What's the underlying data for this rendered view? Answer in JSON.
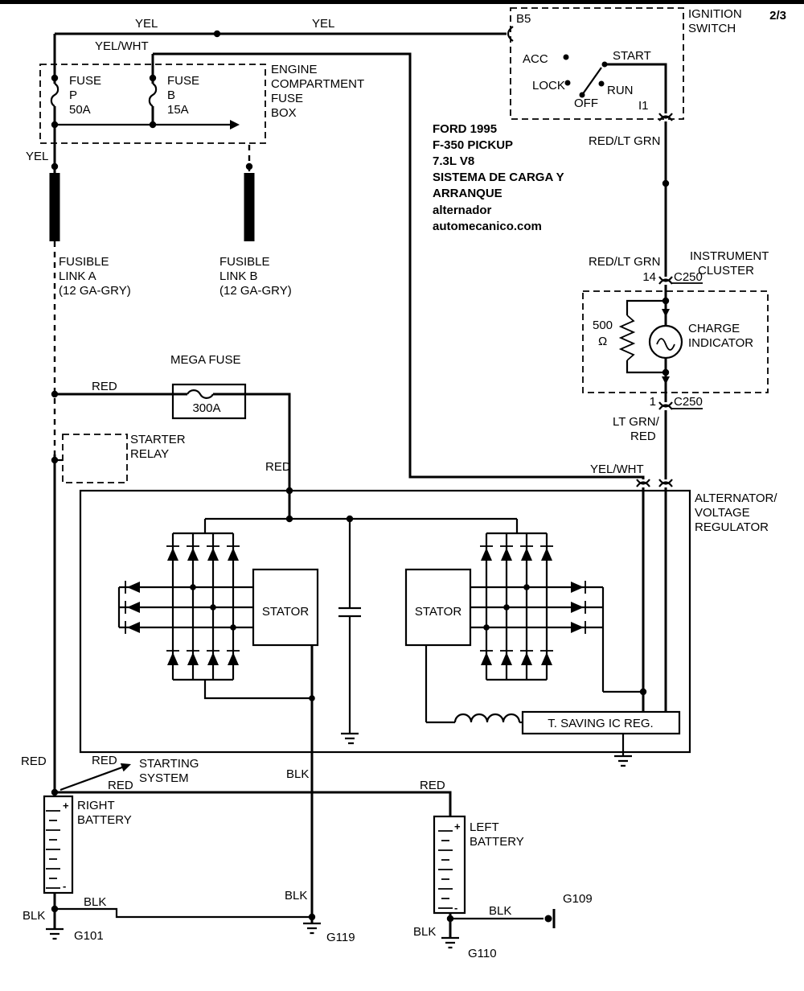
{
  "page": {
    "number": "2/3"
  },
  "info": {
    "l1": "FORD 1995",
    "l2": "F-350 PICKUP",
    "l3": "7.3L V8",
    "l4": "SISTEMA DE CARGA Y",
    "l5": "ARRANQUE",
    "l6": "alternador",
    "l7": "automecanico.com"
  },
  "ignition": {
    "title1": "IGNITION",
    "title2": "SWITCH",
    "b5": "B5",
    "i1": "I1",
    "positions": {
      "acc": "ACC",
      "lock": "LOCK",
      "off": "OFF",
      "run": "RUN",
      "start": "START"
    }
  },
  "fusebox": {
    "title1": "ENGINE",
    "title2": "COMPARTMENT",
    "title3": "FUSE",
    "title4": "BOX",
    "fuse_p": {
      "l1": "FUSE",
      "l2": "P",
      "l3": "50A"
    },
    "fuse_b": {
      "l1": "FUSE",
      "l2": "B",
      "l3": "15A"
    }
  },
  "links": {
    "a": {
      "l1": "FUSIBLE",
      "l2": "LINK A",
      "l3": "(12 GA-GRY)"
    },
    "b": {
      "l1": "FUSIBLE",
      "l2": "LINK B",
      "l3": "(12 GA-GRY)"
    }
  },
  "megafuse": {
    "title": "MEGA FUSE",
    "rating": "300A"
  },
  "relay": {
    "l1": "STARTER",
    "l2": "RELAY"
  },
  "cluster": {
    "title1": "INSTRUMENT",
    "title2": "CLUSTER",
    "resistor": "500",
    "ohm": "Ω",
    "lamp1": "CHARGE",
    "lamp2": "INDICATOR",
    "pin14": "14",
    "pin1": "1",
    "conn": "C250"
  },
  "regulator": {
    "title1": "ALTERNATOR/",
    "title2": "VOLTAGE",
    "title3": "REGULATOR",
    "stator": "STATOR",
    "ic": "T. SAVING IC REG."
  },
  "starting": {
    "l1": "STARTING",
    "l2": "SYSTEM"
  },
  "batteries": {
    "right1": "RIGHT",
    "right2": "BATTERY",
    "left1": "LEFT",
    "left2": "BATTERY",
    "plus": "+",
    "minus": "-"
  },
  "grounds": {
    "g101": "G101",
    "g119": "G119",
    "g109": "G109",
    "g110": "G110"
  },
  "wires": {
    "yel": "YEL",
    "yelwht": "YEL/WHT",
    "red": "RED",
    "redltgrn": "RED/LT GRN",
    "ltgrnred1": "LT GRN/",
    "ltgrnred2": "RED",
    "blk": "BLK"
  }
}
